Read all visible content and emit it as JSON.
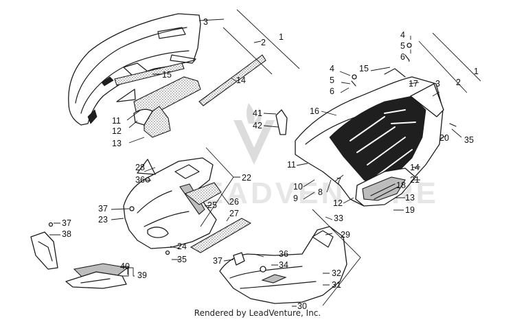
{
  "credit": "Rendered by LeadVenture, Inc.",
  "watermark": "LEADVENTURE",
  "callouts": {
    "c1a": "1",
    "c2a": "2",
    "c3a": "3",
    "c14a": "14",
    "c15a": "15",
    "c11a": "11",
    "c12a": "12",
    "c13a": "13",
    "c4a": "4",
    "c5a": "5",
    "c6a": "6",
    "c4b": "4",
    "c5b": "5",
    "c6b": "6",
    "c15b": "15",
    "c1b": "1",
    "c2b": "2",
    "c3b": "3",
    "c17": "17",
    "c16": "16",
    "c41": "41",
    "c42": "42",
    "c35a": "35",
    "c20": "20",
    "c11b": "11",
    "c14b": "14",
    "c21": "21",
    "c18": "18",
    "c10": "10",
    "c9": "9",
    "c8": "8",
    "c7": "7",
    "c12b": "12",
    "c13b": "13",
    "c19": "19",
    "c28": "28",
    "c36a": "36",
    "c22": "22",
    "c26": "26",
    "c25": "25",
    "c27": "27",
    "c37a": "37",
    "c23": "23",
    "c24": "24",
    "c35b": "35",
    "c37b": "37",
    "c38": "38",
    "c40": "40",
    "c39": "39",
    "c33": "33",
    "c29": "29",
    "c37c": "37",
    "c36b": "36",
    "c34": "34",
    "c32": "32",
    "c31": "31",
    "c30": "30"
  }
}
